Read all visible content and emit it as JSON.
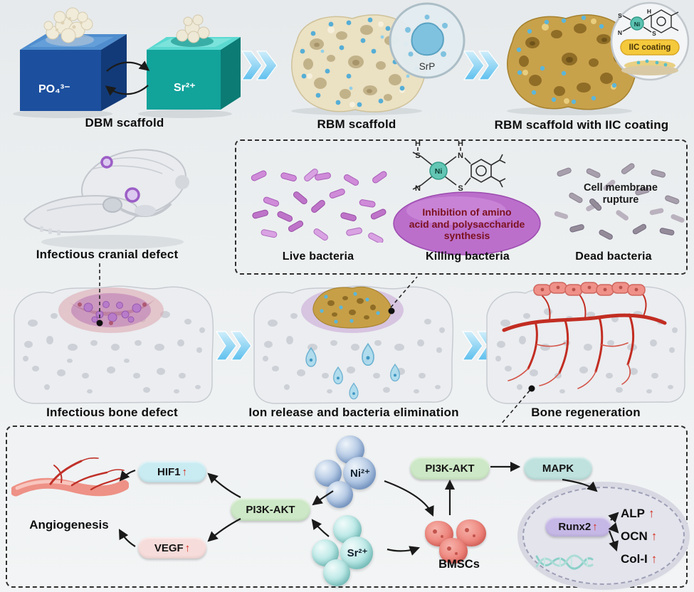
{
  "labels": {
    "dbm_caption": "DBM scaffold",
    "rbm_caption": "RBM scaffold",
    "iic_caption": "RBM scaffold with IIC coating",
    "srp_inset": "SrP",
    "iic_inset": "IIC coating",
    "po4_ion": "PO₄³⁻",
    "sr_ion_cube": "Sr²⁺",
    "cranial_caption": "Infectious cranial defect",
    "live_bacteria": "Live bacteria",
    "killing_bacteria": "Killing bacteria",
    "dead_bacteria": "Dead bacteria",
    "inhibition_text": "Inhibition of amino\nacid and polysaccharide\nsynthesis",
    "rupture_text": "Cell membrane\nrupture",
    "bone_defect_caption": "Infectious bone defect",
    "ion_release_caption": "Ion release and bacteria elimination",
    "regeneration_caption": "Bone regeneration"
  },
  "chemistry": {
    "ni": "Ni",
    "n": "N",
    "h": "H",
    "s": "S"
  },
  "pathway": {
    "angiogenesis": "Angiogenesis",
    "hif1": "HIF1",
    "vegf": "VEGF",
    "pi3k_akt_left": "PI3K-AKT",
    "pi3k_akt_right": "PI3K-AKT",
    "mapk": "MAPK",
    "ni_ion": "Ni²⁺",
    "sr_ion": "Sr²⁺",
    "bmscs": "BMSCs",
    "runx2": "Runx2",
    "alp": "ALP",
    "ocn": "OCN",
    "col1": "Col-I",
    "up_arrow": "↑"
  }
}
